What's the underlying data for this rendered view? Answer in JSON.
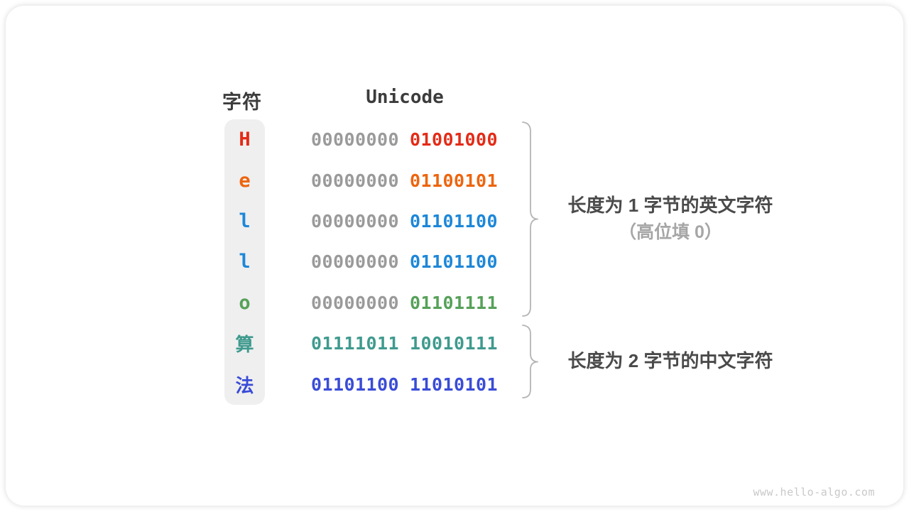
{
  "table": {
    "headers": {
      "char": "字符",
      "unicode": "Unicode"
    },
    "rows": [
      {
        "char": "H",
        "color": "#e32b17",
        "byte1": "00000000",
        "byte1_color": "#9a9a9a",
        "byte2": "01001000",
        "byte2_color": "#e32b17"
      },
      {
        "char": "e",
        "color": "#ed650e",
        "byte1": "00000000",
        "byte1_color": "#9a9a9a",
        "byte2": "01100101",
        "byte2_color": "#ed650e"
      },
      {
        "char": "l",
        "color": "#1d87d8",
        "byte1": "00000000",
        "byte1_color": "#9a9a9a",
        "byte2": "01101100",
        "byte2_color": "#1d87d8"
      },
      {
        "char": "l",
        "color": "#1d87d8",
        "byte1": "00000000",
        "byte1_color": "#9a9a9a",
        "byte2": "01101100",
        "byte2_color": "#1d87d8"
      },
      {
        "char": "o",
        "color": "#56a159",
        "byte1": "00000000",
        "byte1_color": "#9a9a9a",
        "byte2": "01101111",
        "byte2_color": "#56a159"
      },
      {
        "char": "算",
        "color": "#3f9a8e",
        "byte1": "01111011",
        "byte1_color": "#3f9a8e",
        "byte2": "10010111",
        "byte2_color": "#3f9a8e"
      },
      {
        "char": "法",
        "color": "#3a4cd7",
        "byte1": "01101100",
        "byte1_color": "#3a4cd7",
        "byte2": "11010101",
        "byte2_color": "#3a4cd7"
      }
    ]
  },
  "annotations": {
    "english_line1": "长度为 1 字节的英文字符",
    "english_line2": "（高位填 0）",
    "chinese_line1": "长度为 2 字节的中文字符"
  },
  "watermark": "www.hello-algo.com",
  "colors": {
    "red": "#e32b17",
    "orange": "#ed650e",
    "blue": "#1d87d8",
    "green": "#56a159",
    "teal": "#3f9a8e",
    "indigo": "#3a4cd7",
    "gray_bits": "#9a9a9a",
    "header_text": "#3c3c3c",
    "annotation_text": "#4a4a4a",
    "annotation_sub_text": "#a6a6a6",
    "brace_stroke": "#b4b4b4",
    "char_column_bg": "#efefef",
    "watermark_text": "#c9c9c9"
  }
}
